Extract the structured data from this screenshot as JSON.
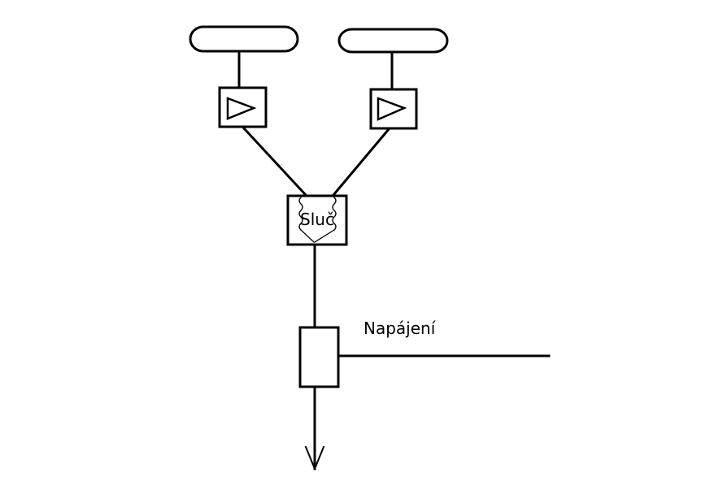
{
  "diagram": {
    "combiner_label": "Sluč",
    "power_label": "Napájení"
  },
  "colors": {
    "line": "#000000",
    "background": "#ffffff"
  },
  "elements": [
    "antenna-left",
    "antenna-right",
    "amplifier-left",
    "amplifier-right",
    "combiner",
    "power-inserter",
    "power-feed-line",
    "output-arrow"
  ]
}
